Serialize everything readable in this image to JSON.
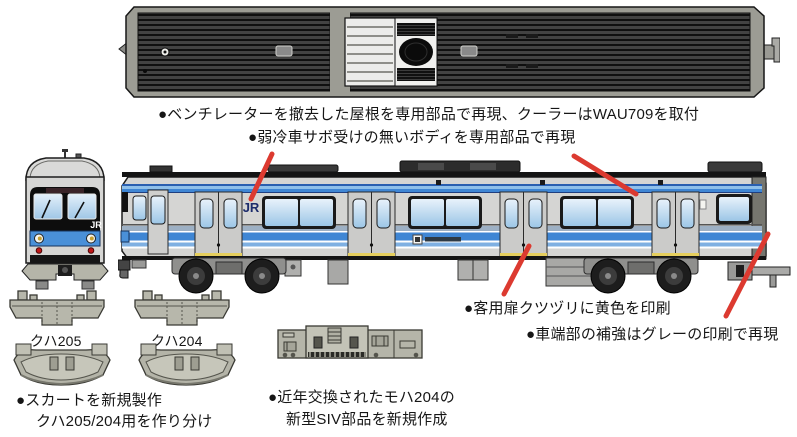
{
  "annotations": {
    "roof_feature": "●ベンチレーターを撤去した屋根を専用部品で再現、クーラーはWAU709を取付",
    "body_feature": "●弱冷車サボ受けの無いボディを専用部品で再現",
    "door_print": "●客用扉クツヅリに黄色を印刷",
    "car_end_print": "●車端部の補強はグレーの印刷で再現",
    "skirt_line1": "●スカートを新規製作",
    "skirt_line2": "クハ205/204用を作り分け",
    "siv_line1": "●近年交換されたモハ204の",
    "siv_line2": "新型SIV部品を新規作成"
  },
  "part_labels": {
    "skirt_left": "クハ205",
    "skirt_right": "クハ204"
  },
  "train": {
    "front_logo": "JR",
    "side_logo": "JR"
  },
  "colors": {
    "stripe_blue": "#3f86d4",
    "stripe_light_blue": "#7fb0e2",
    "stripe_gray_blue": "#9db0c4",
    "body_silver": "#d5d5d3",
    "annotation_red": "#dc3a30",
    "roof_dark": "#161616",
    "part_gray": "#b7b7ab",
    "jr_side_logo_navy": "#1c2b6b"
  }
}
